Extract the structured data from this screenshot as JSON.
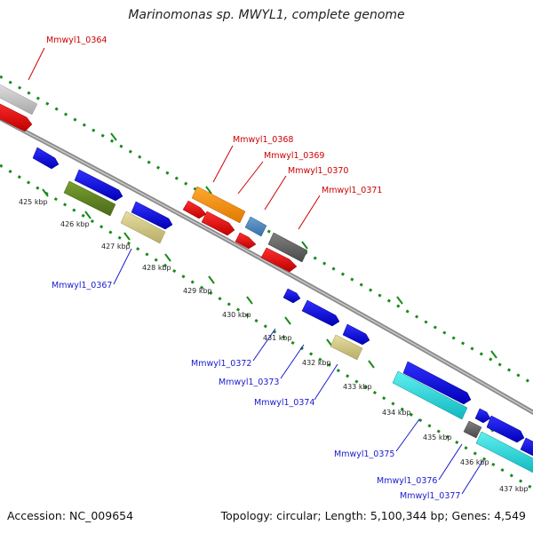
{
  "title": "Marinomonas sp. MWYL1, complete genome",
  "footer": {
    "accession": "Accession: NC_009654",
    "summary": "Topology: circular; Length: 5,100,344 bp; Genes: 4,549"
  },
  "colors": {
    "forward_label": "#cc0000",
    "reverse_label": "#1a1acc",
    "backbone": "#888888",
    "tick": "#1a8a1a"
  },
  "ticks": [
    "425 kbp",
    "426 kbp",
    "427 kbp",
    "428 kbp",
    "429 kbp",
    "430 kbp",
    "431 kbp",
    "432 kbp",
    "433 kbp",
    "434 kbp",
    "435 kbp",
    "436 kbp",
    "437 kbp"
  ],
  "gene_labels": [
    {
      "name": "Mmwyl1_0364",
      "strand": "forward"
    },
    {
      "name": "Mmwyl1_0368",
      "strand": "forward"
    },
    {
      "name": "Mmwyl1_0369",
      "strand": "forward"
    },
    {
      "name": "Mmwyl1_0370",
      "strand": "forward"
    },
    {
      "name": "Mmwyl1_0371",
      "strand": "forward"
    },
    {
      "name": "Mmwyl1_0367",
      "strand": "reverse"
    },
    {
      "name": "Mmwyl1_0372",
      "strand": "reverse"
    },
    {
      "name": "Mmwyl1_0373",
      "strand": "reverse"
    },
    {
      "name": "Mmwyl1_0374",
      "strand": "reverse"
    },
    {
      "name": "Mmwyl1_0375",
      "strand": "reverse"
    },
    {
      "name": "Mmwyl1_0376",
      "strand": "reverse"
    },
    {
      "name": "Mmwyl1_0377",
      "strand": "reverse"
    }
  ]
}
